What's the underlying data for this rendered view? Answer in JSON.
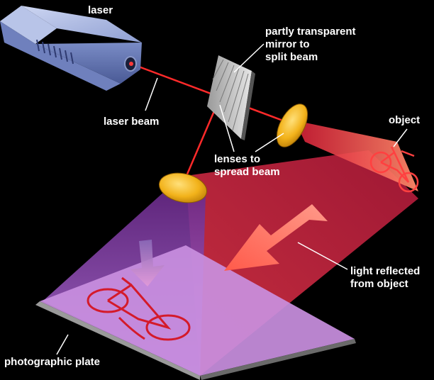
{
  "labels": {
    "laser": "laser",
    "mirror": [
      "partly transparent",
      "mirror to",
      "split beam"
    ],
    "laser_beam": "laser beam",
    "lenses": [
      "lenses to",
      "spread beam"
    ],
    "object": "object",
    "reflected": [
      "light reflected",
      "from object"
    ],
    "plate": "photographic plate"
  },
  "colors": {
    "background": "#000000",
    "laser_body": "#9aa9d6",
    "beam": "#ff2a2a",
    "lens": "#f2b21a",
    "object_light": "#ff4a4a",
    "reference_light": "#a35cc8",
    "plate": "#c98fe0",
    "label_text": "#ffffff"
  },
  "icons": [
    "laser-device",
    "beam-splitter-mirror",
    "diverging-lens",
    "bicycle-object",
    "bicycle-hologram-image",
    "arrow-reflected-light",
    "arrow-reference-light"
  ]
}
